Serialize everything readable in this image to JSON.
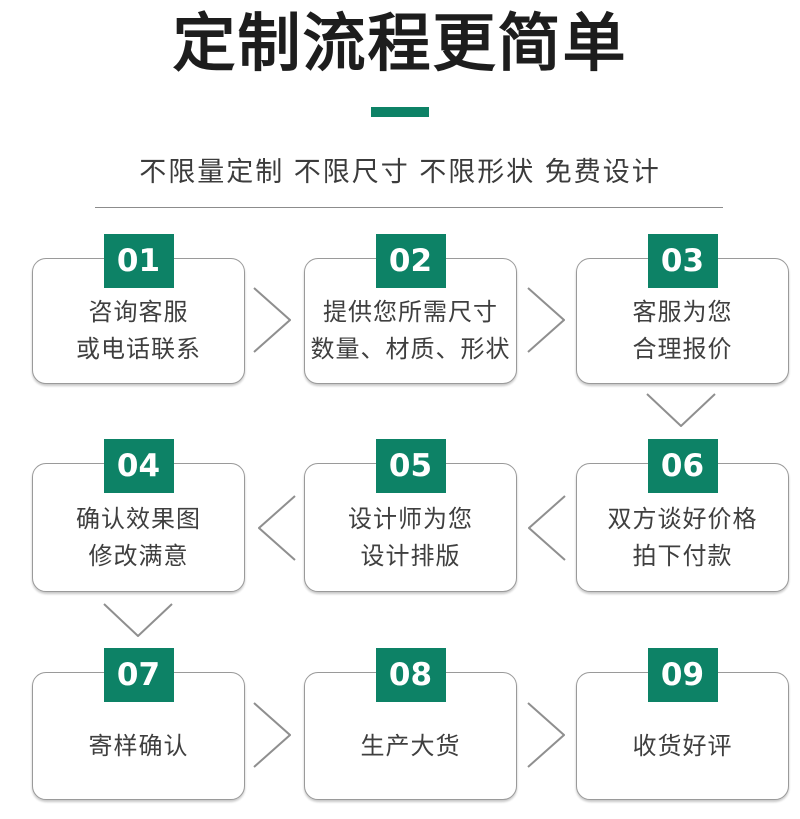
{
  "header": {
    "title": "定制流程更简单",
    "subtitle": "不限量定制 不限尺寸 不限形状 免费设计"
  },
  "colors": {
    "accent_green": "#0d8266",
    "title_text": "#1d1d1d",
    "body_text": "#3f3f3f",
    "card_border": "#9a9a9a",
    "arrow_gray": "#8f8f8f"
  },
  "steps": [
    {
      "number": "01",
      "lines": [
        "咨询客服",
        "或电话联系"
      ]
    },
    {
      "number": "02",
      "lines": [
        "提供您所需尺寸",
        "数量、材质、形状"
      ]
    },
    {
      "number": "03",
      "lines": [
        "客服为您",
        "合理报价"
      ]
    },
    {
      "number": "04",
      "lines": [
        "确认效果图",
        "修改满意"
      ]
    },
    {
      "number": "05",
      "lines": [
        "设计师为您",
        "设计排版"
      ]
    },
    {
      "number": "06",
      "lines": [
        "双方谈好价格",
        "拍下付款"
      ]
    },
    {
      "number": "07",
      "lines": [
        "寄样确认"
      ]
    },
    {
      "number": "08",
      "lines": [
        "生产大货"
      ]
    },
    {
      "number": "09",
      "lines": [
        "收货好评"
      ]
    }
  ],
  "flow": {
    "arrows": [
      "right: step 01 to 02",
      "right: step 02 to 03",
      "down: step 03 to 06",
      "left: step 06 to 05",
      "left: step 05 to 04",
      "down: step 04 to 07",
      "right: step 07 to 08",
      "right: step 08 to 09"
    ]
  }
}
